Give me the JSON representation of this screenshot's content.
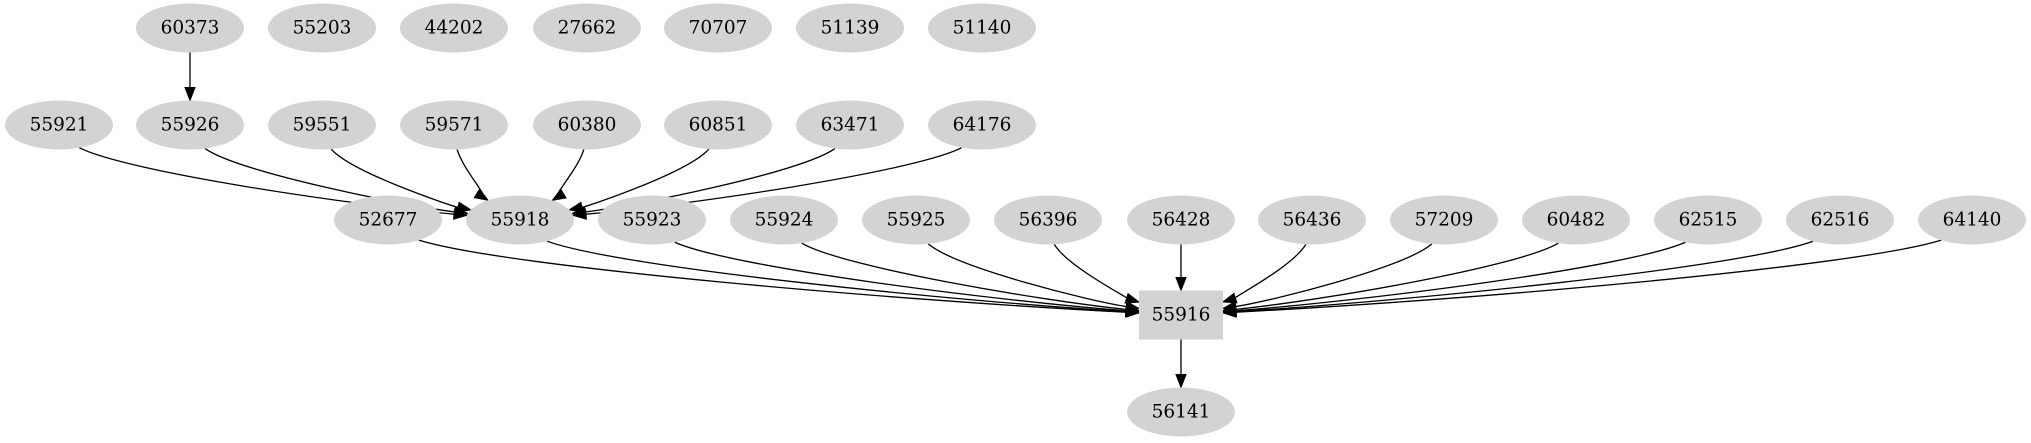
{
  "graph": {
    "type": "directed-graph",
    "colors": {
      "node_fill": "#d3d3d3",
      "edge": "#000000",
      "background": "#ffffff",
      "text": "#000000"
    },
    "nodes": [
      {
        "id": "60373",
        "shape": "ellipse"
      },
      {
        "id": "55203",
        "shape": "ellipse"
      },
      {
        "id": "44202",
        "shape": "ellipse"
      },
      {
        "id": "27662",
        "shape": "ellipse"
      },
      {
        "id": "70707",
        "shape": "ellipse"
      },
      {
        "id": "51139",
        "shape": "ellipse"
      },
      {
        "id": "51140",
        "shape": "ellipse"
      },
      {
        "id": "55921",
        "shape": "ellipse"
      },
      {
        "id": "55926",
        "shape": "ellipse"
      },
      {
        "id": "59551",
        "shape": "ellipse"
      },
      {
        "id": "59571",
        "shape": "ellipse"
      },
      {
        "id": "60380",
        "shape": "ellipse"
      },
      {
        "id": "60851",
        "shape": "ellipse"
      },
      {
        "id": "63471",
        "shape": "ellipse"
      },
      {
        "id": "64176",
        "shape": "ellipse"
      },
      {
        "id": "52677",
        "shape": "ellipse"
      },
      {
        "id": "55918",
        "shape": "ellipse"
      },
      {
        "id": "55923",
        "shape": "ellipse"
      },
      {
        "id": "55924",
        "shape": "ellipse"
      },
      {
        "id": "55925",
        "shape": "ellipse"
      },
      {
        "id": "56396",
        "shape": "ellipse"
      },
      {
        "id": "56428",
        "shape": "ellipse"
      },
      {
        "id": "56436",
        "shape": "ellipse"
      },
      {
        "id": "57209",
        "shape": "ellipse"
      },
      {
        "id": "60482",
        "shape": "ellipse"
      },
      {
        "id": "62515",
        "shape": "ellipse"
      },
      {
        "id": "62516",
        "shape": "ellipse"
      },
      {
        "id": "64140",
        "shape": "ellipse"
      },
      {
        "id": "55916",
        "shape": "box"
      },
      {
        "id": "56141",
        "shape": "ellipse"
      }
    ],
    "edges": [
      {
        "from": "60373",
        "to": "55926"
      },
      {
        "from": "55921",
        "to": "55918"
      },
      {
        "from": "55926",
        "to": "55918"
      },
      {
        "from": "59551",
        "to": "55918"
      },
      {
        "from": "59571",
        "to": "55918"
      },
      {
        "from": "60380",
        "to": "55918"
      },
      {
        "from": "60851",
        "to": "55918"
      },
      {
        "from": "63471",
        "to": "55918"
      },
      {
        "from": "64176",
        "to": "55918"
      },
      {
        "from": "52677",
        "to": "55916"
      },
      {
        "from": "55918",
        "to": "55916"
      },
      {
        "from": "55923",
        "to": "55916"
      },
      {
        "from": "55924",
        "to": "55916"
      },
      {
        "from": "55925",
        "to": "55916"
      },
      {
        "from": "56396",
        "to": "55916"
      },
      {
        "from": "56428",
        "to": "55916"
      },
      {
        "from": "56436",
        "to": "55916"
      },
      {
        "from": "57209",
        "to": "55916"
      },
      {
        "from": "60482",
        "to": "55916"
      },
      {
        "from": "62515",
        "to": "55916"
      },
      {
        "from": "62516",
        "to": "55916"
      },
      {
        "from": "64140",
        "to": "55916"
      },
      {
        "from": "55916",
        "to": "56141"
      }
    ]
  }
}
